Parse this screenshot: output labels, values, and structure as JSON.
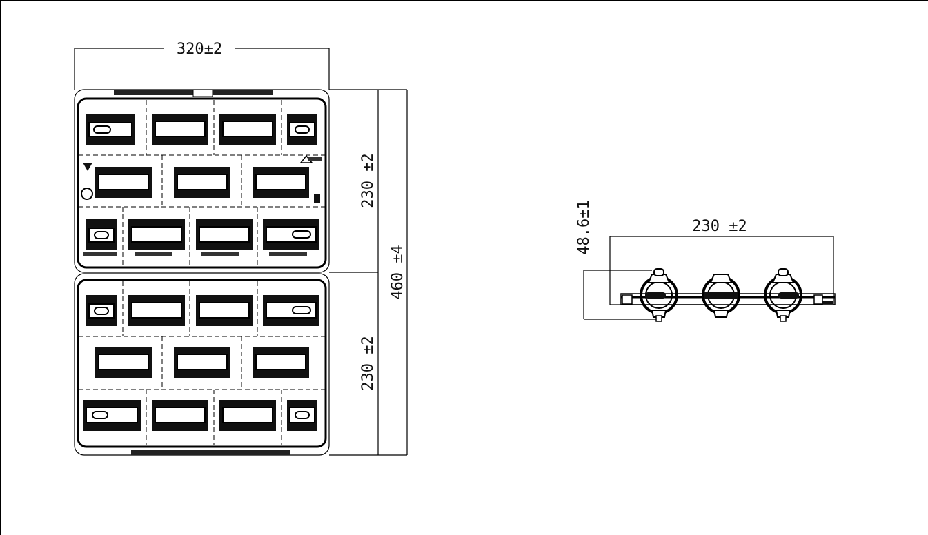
{
  "top_view": {
    "width_label": "320±2",
    "upper_height_label": "230 ±2",
    "lower_height_label": "230 ±2",
    "total_height_label": "460 ±4"
  },
  "side_view": {
    "width_label": "230 ±2",
    "height_label": "48.6±1"
  },
  "colors": {
    "line": "#000000",
    "background": "#ffffff"
  }
}
